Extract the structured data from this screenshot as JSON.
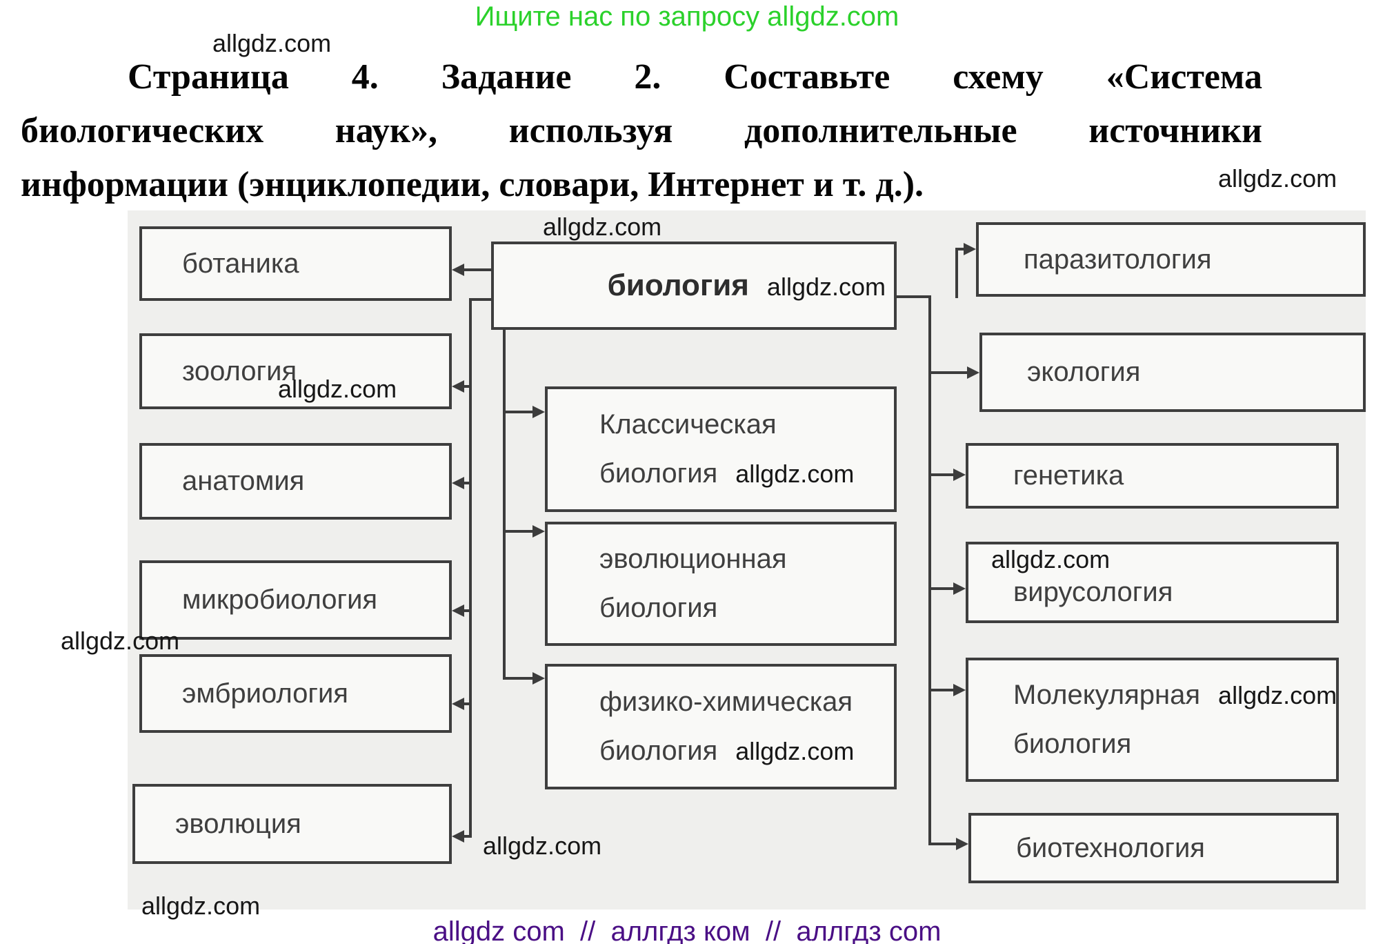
{
  "header": {
    "promo": "Ищите нас по запросу allgdz.com",
    "watermark": "allgdz.com"
  },
  "title": {
    "line1_words": [
      "Страница",
      "4.",
      "Задание",
      "2.",
      "Составьте",
      "схему",
      "«Система"
    ],
    "line2_words": [
      "биологических",
      "наук»,",
      "используя",
      "дополнительные",
      "источники"
    ],
    "line3": "информации (энциклопедии, словари, Интернет и т. д.)."
  },
  "diagram": {
    "root": {
      "label": "биология",
      "watermark": "allgdz.com"
    },
    "left": [
      {
        "label": "ботаника"
      },
      {
        "label": "зоология",
        "watermark": "allgdz.com"
      },
      {
        "label": "анатомия"
      },
      {
        "label": "микробиология"
      },
      {
        "label": "эмбриология"
      },
      {
        "label": "эволюция"
      }
    ],
    "middle": [
      {
        "line1": "Классическая",
        "line2": "биология",
        "watermark": "allgdz.com"
      },
      {
        "line1": "эволюционная",
        "line2": "биология"
      },
      {
        "line1": "физико-химическая",
        "line2": "биология",
        "watermark": "allgdz.com"
      }
    ],
    "right": [
      {
        "label": "паразитология"
      },
      {
        "label": "экология"
      },
      {
        "label": "генетика"
      },
      {
        "label": "вирусология",
        "watermark": "allgdz.com"
      },
      {
        "line1": "Молекулярная",
        "line2": "биология",
        "watermark": "allgdz.com"
      },
      {
        "label": "биотехнология"
      }
    ],
    "loose_watermarks": {
      "top_left": "allgdz.com",
      "right_of_title": "allgdz.com",
      "above_root": "allgdz.com",
      "left_margin": "allgdz.com",
      "near_evolution_arrow": "allgdz.com",
      "bottom_left": "allgdz.com"
    }
  },
  "footer": {
    "text": "allgdz com  //  аллгдз ком  //  аллгдз com"
  }
}
